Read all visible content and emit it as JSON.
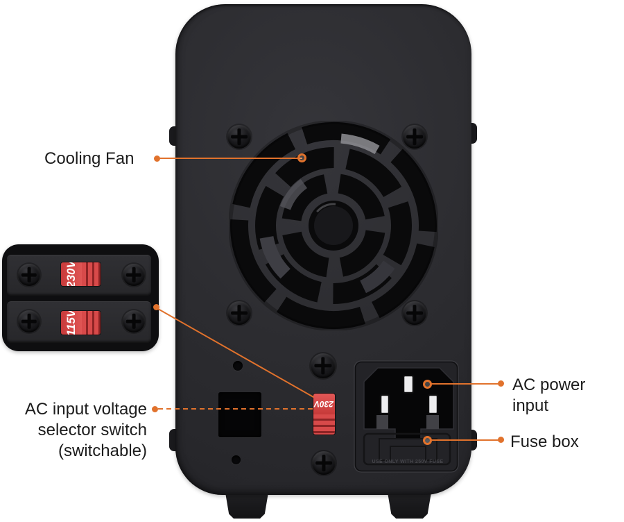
{
  "figure": {
    "type": "annotated product diagram",
    "subject": "DC power supply rear panel"
  },
  "annotations": {
    "cooling_fan": {
      "label": "Cooling Fan"
    },
    "voltage_selector": {
      "lines": [
        "AC input voltage",
        "selector switch",
        "(switchable)"
      ]
    },
    "ac_power_input": {
      "label": "AC power input"
    },
    "fuse_box": {
      "label": "Fuse box"
    }
  },
  "inset": {
    "top_switch_label": "230V",
    "bottom_switch_label": "115V"
  },
  "device": {
    "selector_switch_label": "230V",
    "fuse_warning": "USE ONLY WITH 250V FUSE"
  },
  "colors": {
    "annotation_accent": "#E1722C",
    "switch_red": "#D64443",
    "label_text": "#1C1C1C",
    "body_dark": "#2B2B2F",
    "background": "#FFFFFF"
  }
}
